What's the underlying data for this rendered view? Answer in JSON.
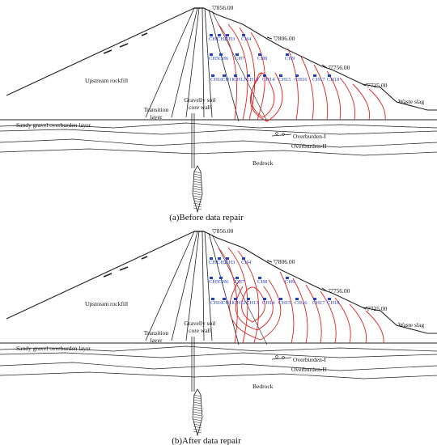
{
  "panels": [
    {
      "caption": "(a)Before data repair",
      "elevations": [
        "▽856.00",
        "▽806.00",
        "▽756.00",
        "▽725.00"
      ],
      "zones": {
        "upstream": "Upstream rockfill",
        "transition_1": "Transition",
        "transition_2": "layer",
        "core_1": "Gravelly soil",
        "core_2": "core wall",
        "waste": "Waste slag",
        "sandy": "Sandy gravel overburden layer",
        "ob1": "Overburden-I",
        "ob2": "Overburden-II",
        "bedrock": "Bedrock"
      },
      "sensors": [
        "CH1",
        "CH2",
        "CH3",
        "CH4",
        "CH5",
        "CH6",
        "CH7",
        "CH8",
        "CH9",
        "CH10",
        "CH11",
        "CH12",
        "CH13",
        "CH14",
        "CH15",
        "CH16",
        "CH17",
        "CH18"
      ]
    },
    {
      "caption": "(b)After data repair",
      "elevations": [
        "▽856.00",
        "▽806.00",
        "▽756.00",
        "▽725.00"
      ],
      "zones": {
        "upstream": "Upstream rockfill",
        "transition_1": "Transition",
        "transition_2": "layer",
        "core_1": "Gravelly soil",
        "core_2": "core wall",
        "waste": "Waste slag",
        "sandy": "Sandy gravel overburden layer",
        "ob1": "Overburden-I",
        "ob2": "Overburden-II",
        "bedrock": "Bedrock"
      },
      "sensors": [
        "CH1",
        "CH2",
        "CH3",
        "CH4",
        "CH5",
        "CH6",
        "CH7",
        "CH8",
        "CH9",
        "CH10",
        "CH11",
        "CH12",
        "CH13",
        "CH14",
        "CH15",
        "CH16",
        "CH17",
        "CH18"
      ]
    }
  ],
  "colors": {
    "line": "#222222",
    "contour": "#e0201c",
    "sensor": "#1f3fd0"
  }
}
